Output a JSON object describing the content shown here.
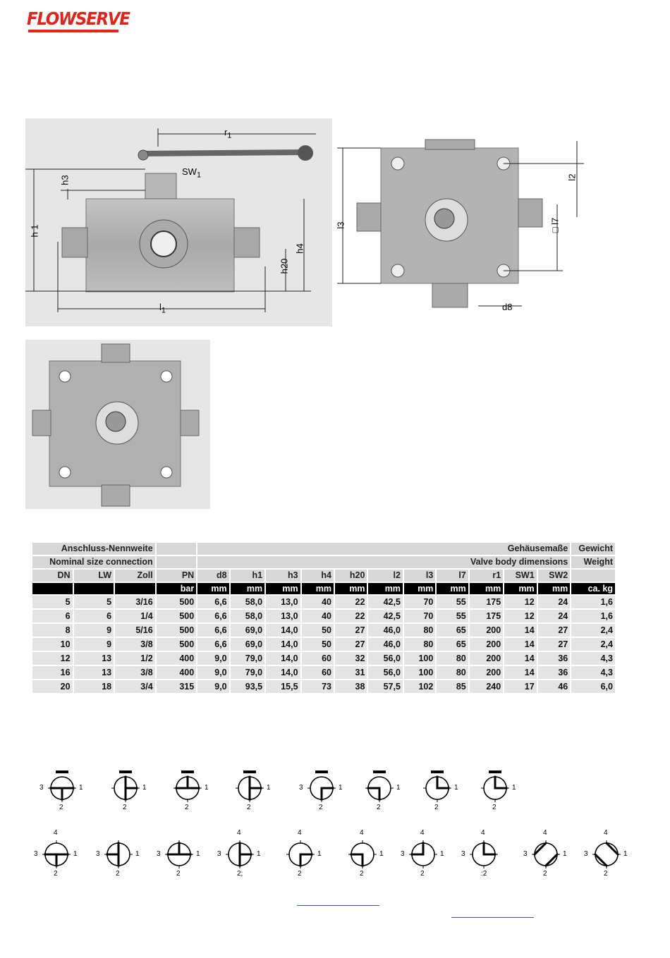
{
  "brand": {
    "logo_text": "FLOWSERVE",
    "color": "#e2231a"
  },
  "figure1": {
    "labels": {
      "r1": "r",
      "r1_sub": "1",
      "h3": "h3",
      "sw1": "SW",
      "sw1_sub": "1",
      "h1": "h 1",
      "h4": "h4",
      "h20": "h20",
      "l1": "l",
      "l1_sub": "1"
    }
  },
  "figure2": {
    "labels": {
      "l2": "l2",
      "l3": "l3",
      "l7": "□ l7",
      "d8": "d8"
    }
  },
  "table": {
    "header1": {
      "left": "Anschluss-Nennweite",
      "mid": "Gehäusemaße",
      "right": "Gewicht"
    },
    "header2": {
      "left": "Nominal size connection",
      "mid": "Valve body dimensions",
      "right": "Weight"
    },
    "columns": [
      "DN",
      "LW",
      "Zoll",
      "PN",
      "d8",
      "h1",
      "h3",
      "h4",
      "h20",
      "l2",
      "l3",
      "l7",
      "r1",
      "SW1",
      "SW2",
      ""
    ],
    "units": [
      "",
      "",
      "",
      "bar",
      "mm",
      "mm",
      "mm",
      "mm",
      "mm",
      "mm",
      "mm",
      "mm",
      "mm",
      "mm",
      "mm",
      "ca. kg"
    ],
    "rows": [
      [
        "5",
        "5",
        "3/16",
        "500",
        "6,6",
        "58,0",
        "13,0",
        "40",
        "22",
        "42,5",
        "70",
        "55",
        "175",
        "12",
        "24",
        "1,6"
      ],
      [
        "6",
        "6",
        "1/4",
        "500",
        "6,6",
        "58,0",
        "13,0",
        "40",
        "22",
        "42,5",
        "70",
        "55",
        "175",
        "12",
        "24",
        "1,6"
      ],
      [
        "8",
        "9",
        "5/16",
        "500",
        "6,6",
        "69,0",
        "14,0",
        "50",
        "27",
        "46,0",
        "80",
        "65",
        "200",
        "14",
        "27",
        "2,4"
      ],
      [
        "10",
        "9",
        "3/8",
        "500",
        "6,6",
        "69,0",
        "14,0",
        "50",
        "27",
        "46,0",
        "80",
        "65",
        "200",
        "14",
        "27",
        "2,4"
      ],
      [
        "12",
        "13",
        "1/2",
        "400",
        "9,0",
        "79,0",
        "14,0",
        "60",
        "32",
        "56,0",
        "100",
        "80",
        "200",
        "14",
        "36",
        "4,3"
      ],
      [
        "16",
        "13",
        "3/8",
        "400",
        "9,0",
        "79,0",
        "14,0",
        "60",
        "31",
        "56,0",
        "100",
        "80",
        "200",
        "14",
        "36",
        "4,3"
      ],
      [
        "20",
        "18",
        "3/4",
        "315",
        "9,0",
        "93,5",
        "15,5",
        "73",
        "38",
        "57,5",
        "102",
        "85",
        "240",
        "17",
        "46",
        "6,0"
      ]
    ]
  },
  "symbols": {
    "row1": [
      {
        "type": "T-ports",
        "l": "3",
        "r": "1",
        "b": "2"
      },
      {
        "type": "T-ports",
        "l": "",
        "r": "1",
        "b": "2"
      },
      {
        "type": "T-ports",
        "l": "",
        "r": "1",
        "b": "2"
      },
      {
        "type": "T-ports",
        "l": "",
        "r": "1",
        "b": "2"
      },
      {
        "type": "L-ports",
        "l": "3",
        "r": "1",
        "b": "2"
      },
      {
        "type": "L-ports",
        "l": "",
        "r": "1",
        "b": "2"
      },
      {
        "type": "L-ports",
        "l": "",
        "r": "1",
        "b": "2"
      },
      {
        "type": "L-ports",
        "l": "",
        "r": "1",
        "b": "2"
      }
    ],
    "row2": [
      {
        "t": "4",
        "l": "3",
        "r": "1",
        "b": "2"
      },
      {
        "t": "",
        "l": "3",
        "r": "1",
        "b": "2"
      },
      {
        "t": "",
        "l": "3",
        "r": "1",
        "b": "2"
      },
      {
        "t": "4",
        "l": "3",
        "r": "1",
        "b": "2;"
      },
      {
        "t": "4",
        "l": "",
        "r": "1",
        "b": "2"
      },
      {
        "t": "4",
        "l": "",
        "r": "1",
        "b": "2"
      },
      {
        "t": "4",
        "l": "3",
        "r": "1",
        "b": "2"
      },
      {
        "t": "4",
        "l": "3",
        "r": "",
        "b": ":2"
      },
      {
        "t": "4",
        "l": "3",
        "r": "1",
        "b": "2"
      },
      {
        "t": "4",
        "l": "3",
        "r": "1",
        "b": "2"
      }
    ]
  }
}
